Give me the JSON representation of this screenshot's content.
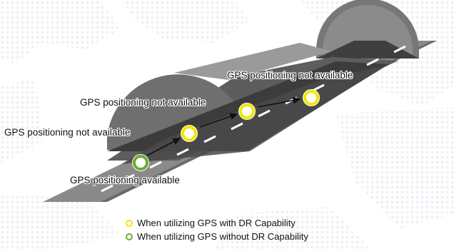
{
  "labels": {
    "top_right": "GPS positioning not available",
    "middle": "GPS positioning not available",
    "left": "GPS positioning not available",
    "bottom": "GPS positioning available"
  },
  "legend": {
    "with_dr": "When utilizing GPS with DR Capability",
    "without_dr": "When utilizing GPS without DR Capability"
  },
  "colors": {
    "with_dr": "#f2e600",
    "without_dr": "#6aab2e",
    "road": "#8c8c8c",
    "tunnel": "#6e6e6e"
  }
}
